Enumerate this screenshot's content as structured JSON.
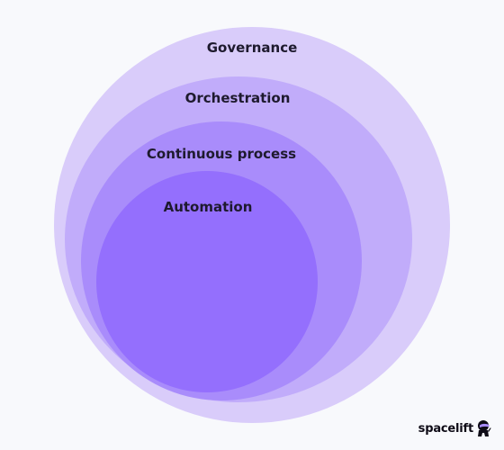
{
  "layers": [
    {
      "label": "Governance",
      "color": "#d9ccfa"
    },
    {
      "label": "Orchestration",
      "color": "#c1acfa"
    },
    {
      "label": "Continuous process",
      "color": "#a98cfb"
    },
    {
      "label": "Automation",
      "color": "#946ffd"
    }
  ],
  "brand": {
    "name": "spacelift",
    "icon": "astronaut-icon"
  }
}
